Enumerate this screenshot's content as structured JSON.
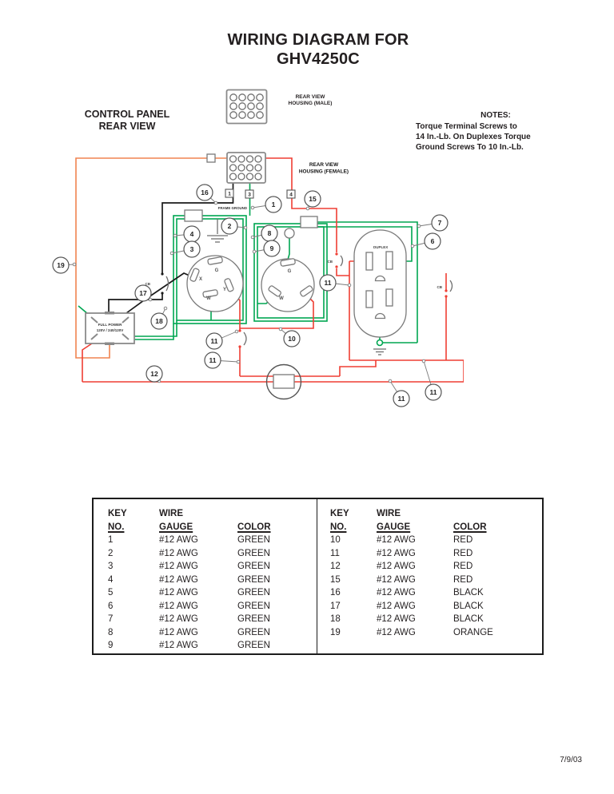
{
  "page": {
    "title_line1": "WIRING DIAGRAM FOR",
    "title_line2": "GHV4250C",
    "date": "7/9/03"
  },
  "control_panel_label": {
    "line1": "CONTROL PANEL",
    "line2": "REAR VIEW"
  },
  "housing_male_label": {
    "line1": "REAR VIEW",
    "line2": "HOUSING (MALE)"
  },
  "housing_female_label": {
    "line1": "REAR VIEW",
    "line2": "HOUSING (FEMALE)"
  },
  "notes": {
    "title": "NOTES:",
    "line1": "Torque Terminal Screws to",
    "line2": "14 In.-Lb. On Duplexes Torque",
    "line3": "Ground Screws To 10 In.-Lb."
  },
  "diagram": {
    "frame_ground_label": "FRAME GROUND",
    "duplex_label": "DUPLEX",
    "cb_label": "CB",
    "switch_label": {
      "line1": "FULL POWER",
      "line2": "120V / 240/120V"
    },
    "receptacle1": {
      "g": "G",
      "x": "X",
      "y": "Y",
      "w": "W"
    },
    "receptacle2": {
      "g": "G",
      "w": "W"
    },
    "terminal_tags": [
      "1",
      "3",
      "4"
    ],
    "callouts": [
      "16",
      "1",
      "15",
      "2",
      "4",
      "3",
      "8",
      "9",
      "7",
      "6",
      "19",
      "11",
      "17",
      "18",
      "11",
      "11",
      "10",
      "12",
      "11",
      "11"
    ],
    "wire_colors": {
      "green": "#00A651",
      "red": "#EF3E33",
      "black": "#1A1A1A",
      "orange": "#F08350"
    }
  },
  "key_table": {
    "headers": {
      "key_line1": "KEY",
      "key_line2": "NO.",
      "gauge_line1": "WIRE",
      "gauge_line2": "GAUGE",
      "color": "COLOR"
    },
    "left_rows": [
      {
        "no": "1",
        "gauge": "#12 AWG",
        "color": "GREEN"
      },
      {
        "no": "2",
        "gauge": "#12 AWG",
        "color": "GREEN"
      },
      {
        "no": "3",
        "gauge": "#12 AWG",
        "color": "GREEN"
      },
      {
        "no": "4",
        "gauge": "#12 AWG",
        "color": "GREEN"
      },
      {
        "no": "5",
        "gauge": "#12 AWG",
        "color": "GREEN"
      },
      {
        "no": "6",
        "gauge": "#12 AWG",
        "color": "GREEN"
      },
      {
        "no": "7",
        "gauge": "#12 AWG",
        "color": "GREEN"
      },
      {
        "no": "8",
        "gauge": "#12 AWG",
        "color": "GREEN"
      },
      {
        "no": "9",
        "gauge": "#12 AWG",
        "color": "GREEN"
      }
    ],
    "right_rows": [
      {
        "no": "10",
        "gauge": "#12 AWG",
        "color": "RED"
      },
      {
        "no": "11",
        "gauge": "#12 AWG",
        "color": "RED"
      },
      {
        "no": "12",
        "gauge": "#12 AWG",
        "color": "RED"
      },
      {
        "no": "15",
        "gauge": "#12 AWG",
        "color": "RED"
      },
      {
        "no": "16",
        "gauge": "#12 AWG",
        "color": "BLACK"
      },
      {
        "no": "17",
        "gauge": "#12 AWG",
        "color": "BLACK"
      },
      {
        "no": "18",
        "gauge": "#12 AWG",
        "color": "BLACK"
      },
      {
        "no": "19",
        "gauge": "#12 AWG",
        "color": "ORANGE"
      }
    ]
  }
}
